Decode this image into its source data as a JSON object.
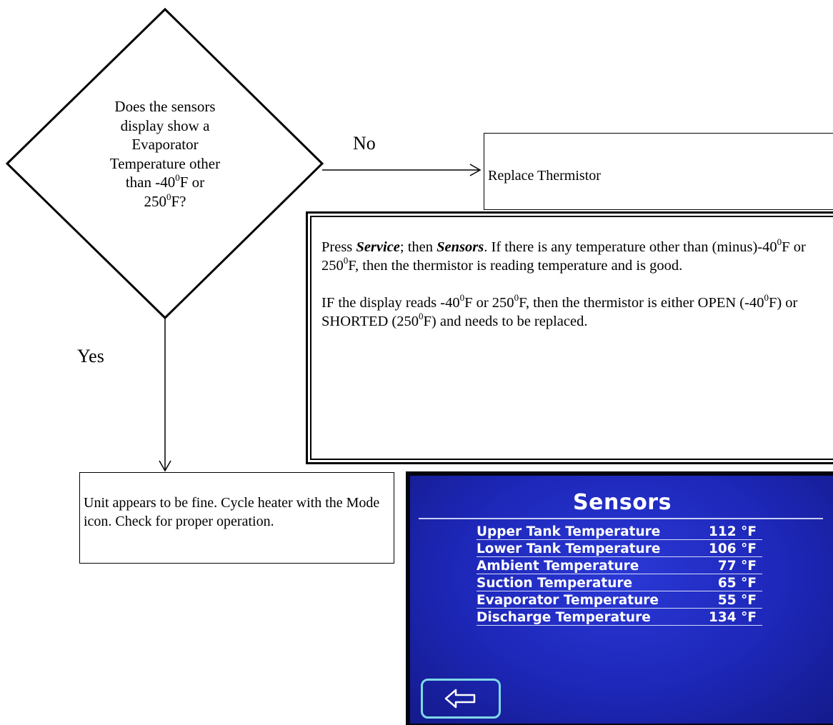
{
  "decision": {
    "question_lines": [
      "Does the sensors",
      "display show a",
      "Evaporator",
      "Temperature other"
    ],
    "question_line5_pre": "than -40",
    "question_line5_sup": "0",
    "question_line5_post": "F or",
    "question_line6_pre": "250",
    "question_line6_sup": "0",
    "question_line6_post": "F?"
  },
  "branches": {
    "no_label": "No",
    "yes_label": "Yes"
  },
  "replace_box": {
    "text": "Replace Thermistor"
  },
  "unit_box": {
    "text": "Unit appears to be fine. Cycle heater with the Mode icon. Check for proper operation."
  },
  "note": {
    "p1_a": "Press ",
    "p1_service": "Service",
    "p1_b": "; then ",
    "p1_sensors": "Sensors",
    "p1_c": ". If there is any temperature other than (minus)-40",
    "p1_sup1": "0",
    "p1_d": "F or 250",
    "p1_sup2": "0",
    "p1_e": "F, then the thermistor is reading temperature and is good.",
    "p2_a": "IF the display reads -40",
    "p2_sup1": "0",
    "p2_b": "F or 250",
    "p2_sup2": "0",
    "p2_c": "F, then the thermistor is either OPEN (-40",
    "p2_sup3": "0",
    "p2_d": "F) or SHORTED (250",
    "p2_sup4": "0",
    "p2_e": "F) and needs to be replaced."
  },
  "sensors_screen": {
    "title": "Sensors",
    "rows": [
      {
        "label": "Upper Tank Temperature",
        "value": "112 °F"
      },
      {
        "label": "Lower Tank Temperature",
        "value": "106 °F"
      },
      {
        "label": "Ambient Temperature",
        "value": "77 °F"
      },
      {
        "label": "Suction Temperature",
        "value": "65 °F"
      },
      {
        "label": "Evaporator Temperature",
        "value": "55 °F"
      },
      {
        "label": "Discharge Temperature",
        "value": "134 °F"
      }
    ],
    "back_icon": "back-arrow-icon",
    "accent_color": "#1d27b8",
    "button_border_color": "#7fd8e8"
  }
}
